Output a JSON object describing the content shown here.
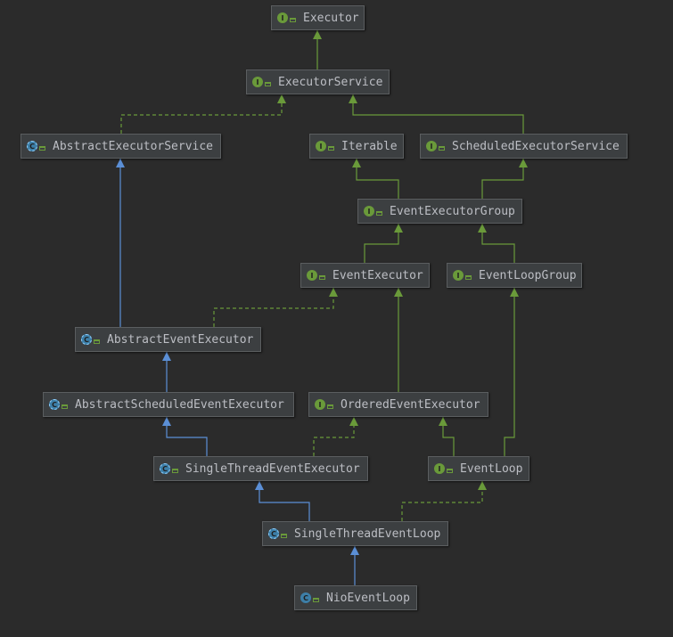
{
  "nodes": {
    "executor": {
      "label": "Executor",
      "kind": "interface",
      "icon": "interface-icon"
    },
    "executor_service": {
      "label": "ExecutorService",
      "kind": "interface",
      "icon": "interface-icon"
    },
    "abstract_executor_service": {
      "label": "AbstractExecutorService",
      "kind": "abstract",
      "icon": "abstract-class-icon"
    },
    "iterable": {
      "label": "Iterable",
      "kind": "interface",
      "icon": "interface-icon"
    },
    "scheduled_executor_service": {
      "label": "ScheduledExecutorService",
      "kind": "interface",
      "icon": "interface-icon"
    },
    "event_executor_group": {
      "label": "EventExecutorGroup",
      "kind": "interface",
      "icon": "interface-icon"
    },
    "event_executor": {
      "label": "EventExecutor",
      "kind": "interface",
      "icon": "interface-icon"
    },
    "event_loop_group": {
      "label": "EventLoopGroup",
      "kind": "interface",
      "icon": "interface-icon"
    },
    "abstract_event_executor": {
      "label": "AbstractEventExecutor",
      "kind": "abstract",
      "icon": "abstract-class-icon"
    },
    "abstract_scheduled_event_executor": {
      "label": "AbstractScheduledEventExecutor",
      "kind": "abstract",
      "icon": "abstract-class-icon"
    },
    "ordered_event_executor": {
      "label": "OrderedEventExecutor",
      "kind": "interface",
      "icon": "interface-icon"
    },
    "single_thread_event_executor": {
      "label": "SingleThreadEventExecutor",
      "kind": "abstract",
      "icon": "abstract-class-icon"
    },
    "event_loop": {
      "label": "EventLoop",
      "kind": "interface",
      "icon": "interface-icon"
    },
    "single_thread_event_loop": {
      "label": "SingleThreadEventLoop",
      "kind": "abstract",
      "icon": "abstract-class-icon"
    },
    "nio_event_loop": {
      "label": "NioEventLoop",
      "kind": "class",
      "icon": "class-icon"
    }
  },
  "edges": [
    {
      "from": "executor_service",
      "to": "executor",
      "type": "extends-interface"
    },
    {
      "from": "abstract_executor_service",
      "to": "executor_service",
      "type": "implements"
    },
    {
      "from": "scheduled_executor_service",
      "to": "executor_service",
      "type": "extends-interface"
    },
    {
      "from": "event_executor_group",
      "to": "iterable",
      "type": "extends-interface"
    },
    {
      "from": "event_executor_group",
      "to": "scheduled_executor_service",
      "type": "extends-interface"
    },
    {
      "from": "event_executor",
      "to": "event_executor_group",
      "type": "extends-interface"
    },
    {
      "from": "event_loop_group",
      "to": "event_executor_group",
      "type": "extends-interface"
    },
    {
      "from": "abstract_event_executor",
      "to": "abstract_executor_service",
      "type": "extends-class"
    },
    {
      "from": "abstract_event_executor",
      "to": "event_executor",
      "type": "implements"
    },
    {
      "from": "ordered_event_executor",
      "to": "event_executor",
      "type": "extends-interface"
    },
    {
      "from": "abstract_scheduled_event_executor",
      "to": "abstract_event_executor",
      "type": "extends-class"
    },
    {
      "from": "single_thread_event_executor",
      "to": "abstract_scheduled_event_executor",
      "type": "extends-class"
    },
    {
      "from": "single_thread_event_executor",
      "to": "ordered_event_executor",
      "type": "implements"
    },
    {
      "from": "event_loop",
      "to": "ordered_event_executor",
      "type": "extends-interface"
    },
    {
      "from": "event_loop",
      "to": "event_loop_group",
      "type": "extends-interface"
    },
    {
      "from": "single_thread_event_loop",
      "to": "single_thread_event_executor",
      "type": "extends-class"
    },
    {
      "from": "single_thread_event_loop",
      "to": "event_loop",
      "type": "implements"
    },
    {
      "from": "nio_event_loop",
      "to": "single_thread_event_loop",
      "type": "extends-class"
    }
  ],
  "colors": {
    "background": "#2b2b2b",
    "node_fill": "#3c3f41",
    "node_text": "#bcbec4",
    "interface_edge": "#6a9a3a",
    "class_edge": "#5b8fd6"
  }
}
